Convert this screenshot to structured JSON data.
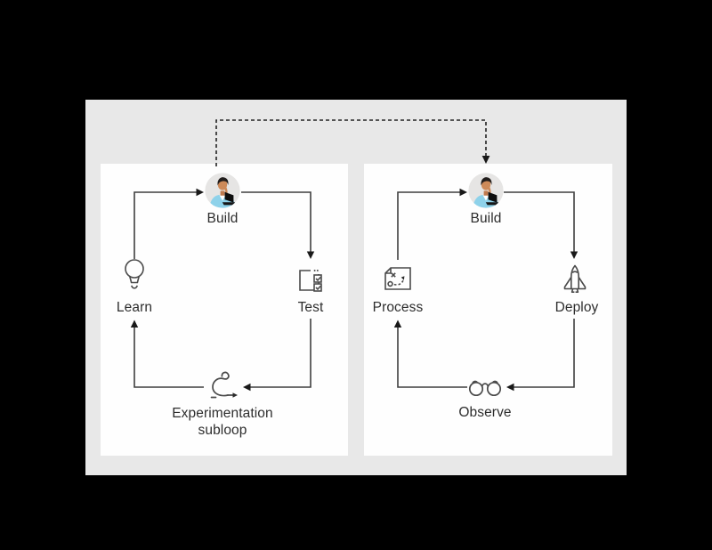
{
  "palette": {
    "outer_background": "#000000",
    "stage_background": "#e8e8e8",
    "panel_background": "#fefefe",
    "line_color": "#3f3f3f",
    "arrowhead_color": "#191919",
    "text_color": "#2d2d2d",
    "avatar_jacket_blue": "#8ed2ea"
  },
  "connector": {
    "style": "dashed-arrow",
    "from": "left_loop.build",
    "to": "right_loop.build"
  },
  "left_loop": {
    "build": {
      "label": "Build",
      "icon": "developer-avatar"
    },
    "test": {
      "label": "Test",
      "icon": "checklist-icon"
    },
    "subloop": {
      "label": "Experimentation subloop",
      "icon": "iteration-loop-icon"
    },
    "learn": {
      "label": "Learn",
      "icon": "lightbulb-icon"
    },
    "flow": [
      "Learn → Build",
      "Build → Test",
      "Test → Experimentation subloop",
      "Experimentation subloop → Learn"
    ]
  },
  "right_loop": {
    "build": {
      "label": "Build",
      "icon": "developer-avatar"
    },
    "deploy": {
      "label": "Deploy",
      "icon": "space-shuttle-icon"
    },
    "observe": {
      "label": "Observe",
      "icon": "binoculars-icon"
    },
    "process": {
      "label": "Process",
      "icon": "strategy-icon"
    },
    "flow": [
      "Process → Build",
      "Build → Deploy",
      "Deploy → Observe",
      "Observe → Process"
    ]
  }
}
